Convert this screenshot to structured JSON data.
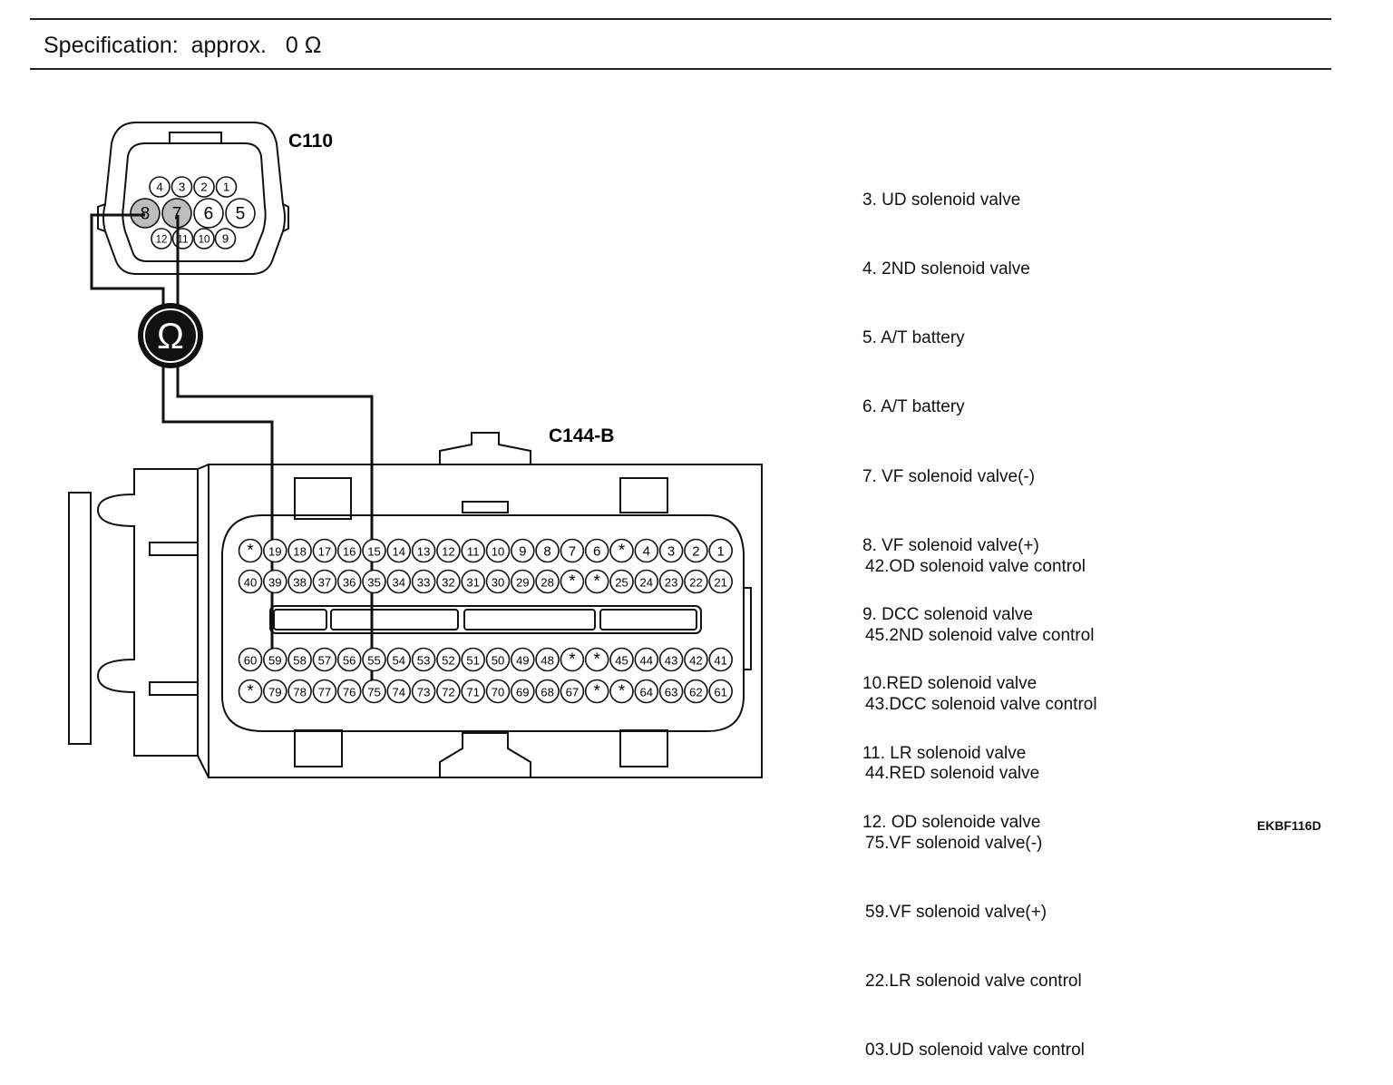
{
  "header": {
    "spec_label": "Specification:",
    "spec_qualifier": "approx.",
    "spec_value": "0 Ω"
  },
  "connectors": {
    "c110": {
      "label": "C110",
      "top_row": [
        "4",
        "3",
        "2",
        "1"
      ],
      "middle_row": [
        "8",
        "7",
        "6",
        "5"
      ],
      "bottom_row": [
        "12",
        "11",
        "10",
        "9"
      ],
      "highlighted_pins": [
        "8",
        "7"
      ]
    },
    "c144b": {
      "label": "C144-B",
      "row1": [
        "*",
        "19",
        "18",
        "17",
        "16",
        "15",
        "14",
        "13",
        "12",
        "11",
        "10",
        "9",
        "8",
        "7",
        "6",
        "*",
        "4",
        "3",
        "2",
        "1"
      ],
      "row2": [
        "40",
        "39",
        "38",
        "37",
        "36",
        "35",
        "34",
        "33",
        "32",
        "31",
        "30",
        "29",
        "28",
        "*",
        "*",
        "25",
        "24",
        "23",
        "22",
        "21"
      ],
      "row3": [
        "60",
        "59",
        "58",
        "57",
        "56",
        "55",
        "54",
        "53",
        "52",
        "51",
        "50",
        "49",
        "48",
        "*",
        "*",
        "45",
        "44",
        "43",
        "42",
        "41"
      ],
      "row4": [
        "*",
        "79",
        "78",
        "77",
        "76",
        "75",
        "74",
        "73",
        "72",
        "71",
        "70",
        "69",
        "68",
        "67",
        "*",
        "*",
        "64",
        "63",
        "62",
        "61"
      ]
    }
  },
  "meter": {
    "symbol": "Ω"
  },
  "legend_c110": [
    "3. UD solenoid valve",
    "4. 2ND solenoid valve",
    "5. A/T battery",
    "6. A/T battery",
    "7. VF solenoid valve(-)",
    "8. VF solenoid valve(+)",
    "9. DCC solenoid valve",
    "10.RED solenoid valve",
    "11. LR solenoid valve",
    "12. OD solenoide valve"
  ],
  "legend_c144b": [
    "42.OD solenoid valve control",
    "45.2ND solenoid valve control",
    "43.DCC solenoid valve control",
    "44.RED solenoid valve",
    "75.VF solenoid valve(-)",
    "59.VF solenoid valve(+)",
    "22.LR solenoid valve control",
    "03.UD solenoid valve control"
  ],
  "figure_code": "EKBF116D"
}
